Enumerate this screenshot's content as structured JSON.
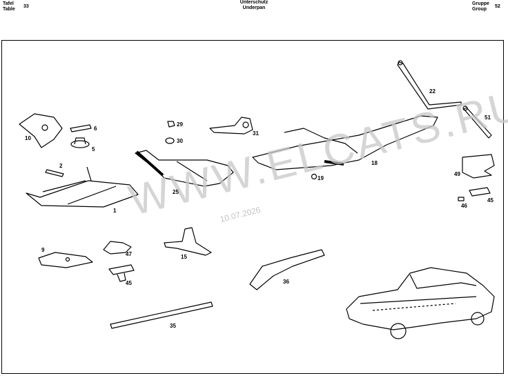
{
  "header": {
    "left_lines": [
      "Tafel",
      "Table"
    ],
    "left_number": "33",
    "center_lines": [
      "Unterschutz",
      "Underpan"
    ],
    "right_lines": [
      "Gruppe",
      "Group"
    ],
    "right_number": "52"
  },
  "watermark": "WWW.ELCATS.RU",
  "date_stamp": "10.07.2026",
  "part_labels": {
    "p1": "1",
    "p2": "2",
    "p5": "5",
    "p6": "6",
    "p9": "9",
    "p10": "10",
    "p15": "15",
    "p18": "18",
    "p19": "19",
    "p22": "22",
    "p25": "25",
    "p29": "29",
    "p30": "30",
    "p31": "31",
    "p35": "35",
    "p36": "36",
    "p45a": "45",
    "p45b": "45",
    "p46": "46",
    "p47": "47",
    "p49": "49",
    "p51": "51"
  }
}
